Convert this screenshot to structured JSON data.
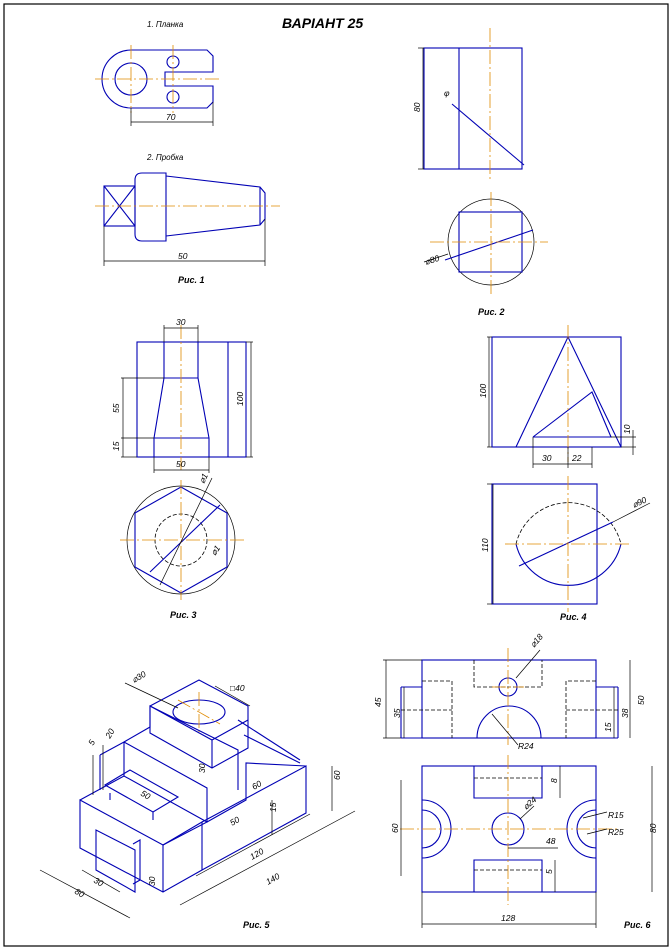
{
  "title": "ВАРІАНТ 25",
  "fig1": {
    "part1_label": "1. Планка",
    "part2_label": "2. Пробка",
    "dim_plate_width": "70",
    "dim_plug_length": "50",
    "caption": "Рис. 1"
  },
  "fig2": {
    "dim_height": "80",
    "dim_diameter": "⌀80",
    "dim_marker": "φ",
    "caption": "Рис. 2"
  },
  "fig3": {
    "dim_top": "30",
    "dim_55": "55",
    "dim_15": "15",
    "dim_100": "100",
    "dim_50": "50",
    "dim_d1": "⌀1",
    "dim_d2": "⌀1",
    "caption": "Рис. 3"
  },
  "fig4": {
    "dim_100": "100",
    "dim_10": "10",
    "dim_30": "30",
    "dim_22": "22",
    "dim_110": "110",
    "dim_d": "⌀90",
    "caption": "Рис. 4"
  },
  "fig5": {
    "dim_30top": "⌀30",
    "dim_sq40": "□40",
    "dim_5": "5",
    "dim_20": "20",
    "dim_30a": "30",
    "dim_50a": "50",
    "dim_60a": "60",
    "dim_60b": "60",
    "dim_50b": "50",
    "dim_15": "15",
    "dim_120": "120",
    "dim_140": "140",
    "dim_30b": "30",
    "dim_30c": "30",
    "dim_80": "80",
    "caption": "Рис. 5"
  },
  "fig6": {
    "dim_d18": "⌀18",
    "dim_45": "45",
    "dim_35": "35",
    "dim_50": "50",
    "dim_38": "38",
    "dim_15": "15",
    "dim_R24": "R24",
    "dim_8": "8",
    "dim_d24": "⌀24",
    "dim_R15": "R15",
    "dim_R25": "R25",
    "dim_60": "60",
    "dim_48": "48",
    "dim_80": "80",
    "dim_5": "5",
    "dim_128": "128",
    "caption": "Рис. 6"
  }
}
